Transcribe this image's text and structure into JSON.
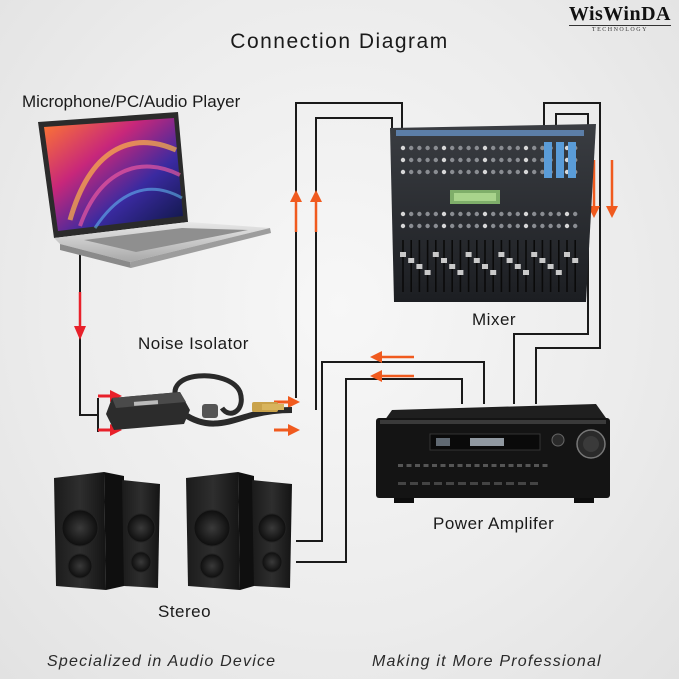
{
  "brand": {
    "name": "WisWinDA",
    "tagline": "TECHNOLOGY"
  },
  "title": "Connection Diagram",
  "nodes": {
    "source": "Microphone/PC/Audio Player",
    "isolator": "Noise Isolator",
    "mixer": "Mixer",
    "amplifier": "Power Amplifer",
    "stereo": "Stereo"
  },
  "footer": {
    "left": "Specialized in Audio Device",
    "right": "Making it More Professional"
  },
  "colors": {
    "arrow": "#f05a1e",
    "arrow_red": "#e8202a",
    "cable": "#1a1a1a"
  }
}
